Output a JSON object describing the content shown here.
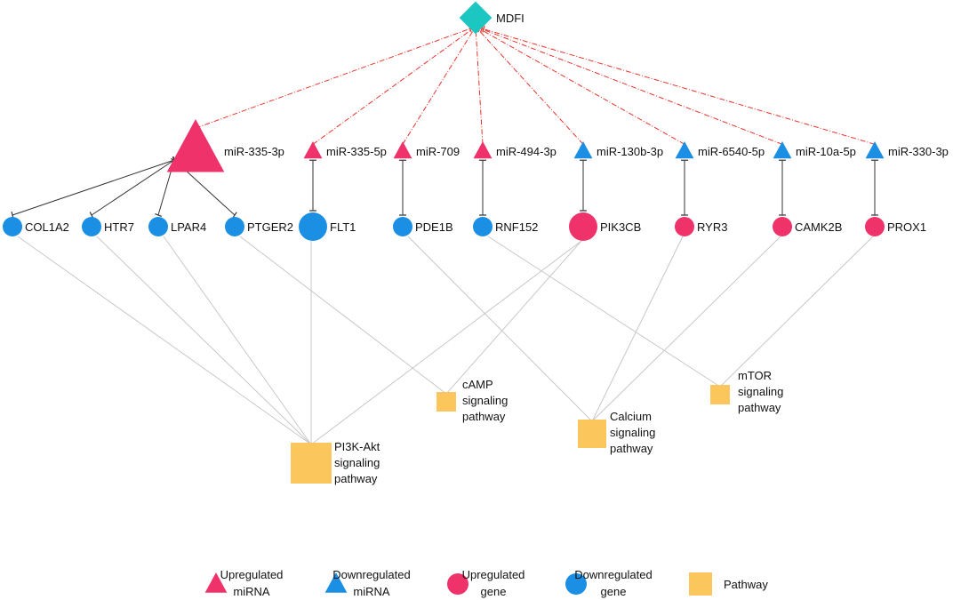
{
  "colors": {
    "upregulated": "#f0326a",
    "downregulated": "#1a8fe3",
    "pathway": "#fbc65c",
    "hub": "#1cc7c1",
    "hub_edge": "#e8322b",
    "mirna_edge": "#333333",
    "pathway_edge": "#c8c8c8"
  },
  "hub": {
    "id": "mdfi",
    "label": "MDFI"
  },
  "mirnas": [
    {
      "id": "mir335_3p",
      "label": "miR-335-3p",
      "reg": "up"
    },
    {
      "id": "mir335_5p",
      "label": "miR-335-5p",
      "reg": "up"
    },
    {
      "id": "mir709",
      "label": "miR-709",
      "reg": "up"
    },
    {
      "id": "mir494_3p",
      "label": "miR-494-3p",
      "reg": "up"
    },
    {
      "id": "mir130b_3p",
      "label": "miR-130b-3p",
      "reg": "down"
    },
    {
      "id": "mir6540_5p",
      "label": "miR-6540-5p",
      "reg": "down"
    },
    {
      "id": "mir10a_5p",
      "label": "miR-10a-5p",
      "reg": "down"
    },
    {
      "id": "mir330_3p",
      "label": "miR-330-3p",
      "reg": "down"
    }
  ],
  "genes": [
    {
      "id": "col1a2",
      "label": "COL1A2",
      "reg": "down"
    },
    {
      "id": "htr7",
      "label": "HTR7",
      "reg": "down"
    },
    {
      "id": "lpar4",
      "label": "LPAR4",
      "reg": "down"
    },
    {
      "id": "ptger2",
      "label": "PTGER2",
      "reg": "down"
    },
    {
      "id": "flt1",
      "label": "FLT1",
      "reg": "down"
    },
    {
      "id": "pde1b",
      "label": "PDE1B",
      "reg": "down"
    },
    {
      "id": "rnf152",
      "label": "RNF152",
      "reg": "down"
    },
    {
      "id": "pik3cb",
      "label": "PIK3CB",
      "reg": "up"
    },
    {
      "id": "ryr3",
      "label": "RYR3",
      "reg": "up"
    },
    {
      "id": "camk2b",
      "label": "CAMK2B",
      "reg": "up"
    },
    {
      "id": "prox1",
      "label": "PROX1",
      "reg": "up"
    }
  ],
  "pathways": [
    {
      "id": "pi3k",
      "lines": [
        "PI3K-Akt",
        "signaling",
        "pathway"
      ]
    },
    {
      "id": "camp",
      "lines": [
        "cAMP",
        "signaling",
        "pathway"
      ]
    },
    {
      "id": "calcium",
      "lines": [
        "Calcium",
        "signaling",
        "pathway"
      ]
    },
    {
      "id": "mtor",
      "lines": [
        "mTOR",
        "signaling",
        "pathway"
      ]
    }
  ],
  "edges": {
    "hub_mirna": [
      "mir335_3p",
      "mir335_5p",
      "mir709",
      "mir494_3p",
      "mir130b_3p",
      "mir6540_5p",
      "mir10a_5p",
      "mir330_3p"
    ],
    "mirna_gene": [
      [
        "mir335_3p",
        "col1a2"
      ],
      [
        "mir335_3p",
        "htr7"
      ],
      [
        "mir335_3p",
        "lpar4"
      ],
      [
        "mir335_3p",
        "ptger2"
      ],
      [
        "mir335_5p",
        "flt1"
      ],
      [
        "mir709",
        "pde1b"
      ],
      [
        "mir494_3p",
        "rnf152"
      ],
      [
        "mir130b_3p",
        "pik3cb"
      ],
      [
        "mir6540_5p",
        "ryr3"
      ],
      [
        "mir10a_5p",
        "camk2b"
      ],
      [
        "mir330_3p",
        "prox1"
      ]
    ],
    "gene_pathway": [
      [
        "col1a2",
        "pi3k"
      ],
      [
        "htr7",
        "pi3k"
      ],
      [
        "lpar4",
        "pi3k"
      ],
      [
        "flt1",
        "pi3k"
      ],
      [
        "pik3cb",
        "pi3k"
      ],
      [
        "ptger2",
        "camp"
      ],
      [
        "pik3cb",
        "camp"
      ],
      [
        "pde1b",
        "calcium"
      ],
      [
        "ryr3",
        "calcium"
      ],
      [
        "camk2b",
        "calcium"
      ],
      [
        "rnf152",
        "mtor"
      ],
      [
        "prox1",
        "mtor"
      ]
    ]
  },
  "legend": [
    {
      "id": "up-mirna",
      "shape": "triangle",
      "reg": "up",
      "lines": [
        "Upregulated",
        "miRNA"
      ]
    },
    {
      "id": "down-mirna",
      "shape": "triangle",
      "reg": "down",
      "lines": [
        "Downregulated",
        "miRNA"
      ]
    },
    {
      "id": "up-gene",
      "shape": "circle",
      "reg": "up",
      "lines": [
        "Upregulated",
        "gene"
      ]
    },
    {
      "id": "down-gene",
      "shape": "circle",
      "reg": "down",
      "lines": [
        "Downregulated",
        "gene"
      ]
    },
    {
      "id": "pathway",
      "shape": "square",
      "reg": "pathway",
      "lines": [
        "Pathway"
      ]
    }
  ]
}
